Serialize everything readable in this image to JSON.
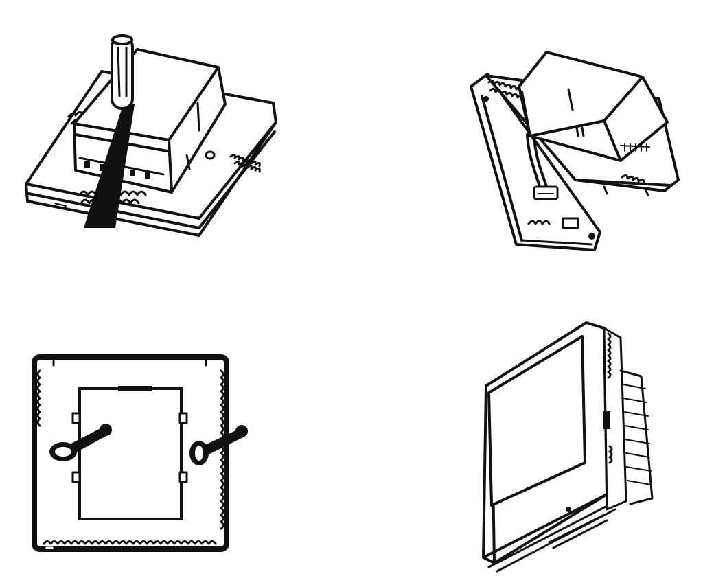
{
  "figure": {
    "panel_count": 4,
    "panels": [
      {
        "id": "step-1",
        "depicts": "screwdriver-loosening-terminal-screws"
      },
      {
        "id": "step-2",
        "depicts": "front-panel-separated-from-base"
      },
      {
        "id": "step-3",
        "depicts": "back-plate-screwed-to-wall-box"
      },
      {
        "id": "step-4",
        "depicts": "assembled-device-side-view"
      }
    ],
    "colors": {
      "line": "#111111",
      "background": "#ffffff"
    }
  }
}
